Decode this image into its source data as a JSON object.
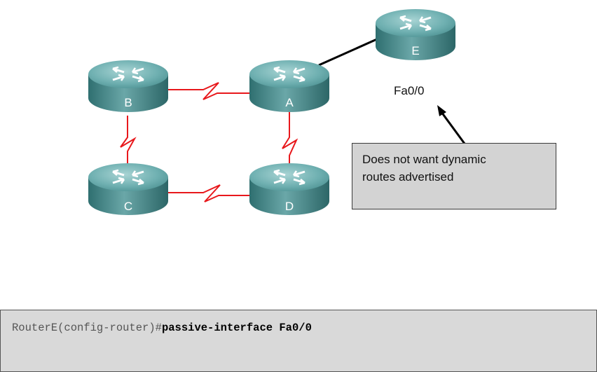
{
  "routers": {
    "a": {
      "label": "A"
    },
    "b": {
      "label": "B"
    },
    "c": {
      "label": "C"
    },
    "d": {
      "label": "D"
    },
    "e": {
      "label": "E"
    }
  },
  "interface_label": "Fa0/0",
  "note": {
    "line1": "Does not want dynamic",
    "line2": "routes advertised"
  },
  "cli": {
    "prompt": "RouterE(config-router)#",
    "command": "passive-interface Fa0/0"
  },
  "colors": {
    "serial_link": "#e8181c",
    "ethernet_link": "#000000",
    "router_body": "#3f8888",
    "note_bg": "#d3d3d3"
  }
}
